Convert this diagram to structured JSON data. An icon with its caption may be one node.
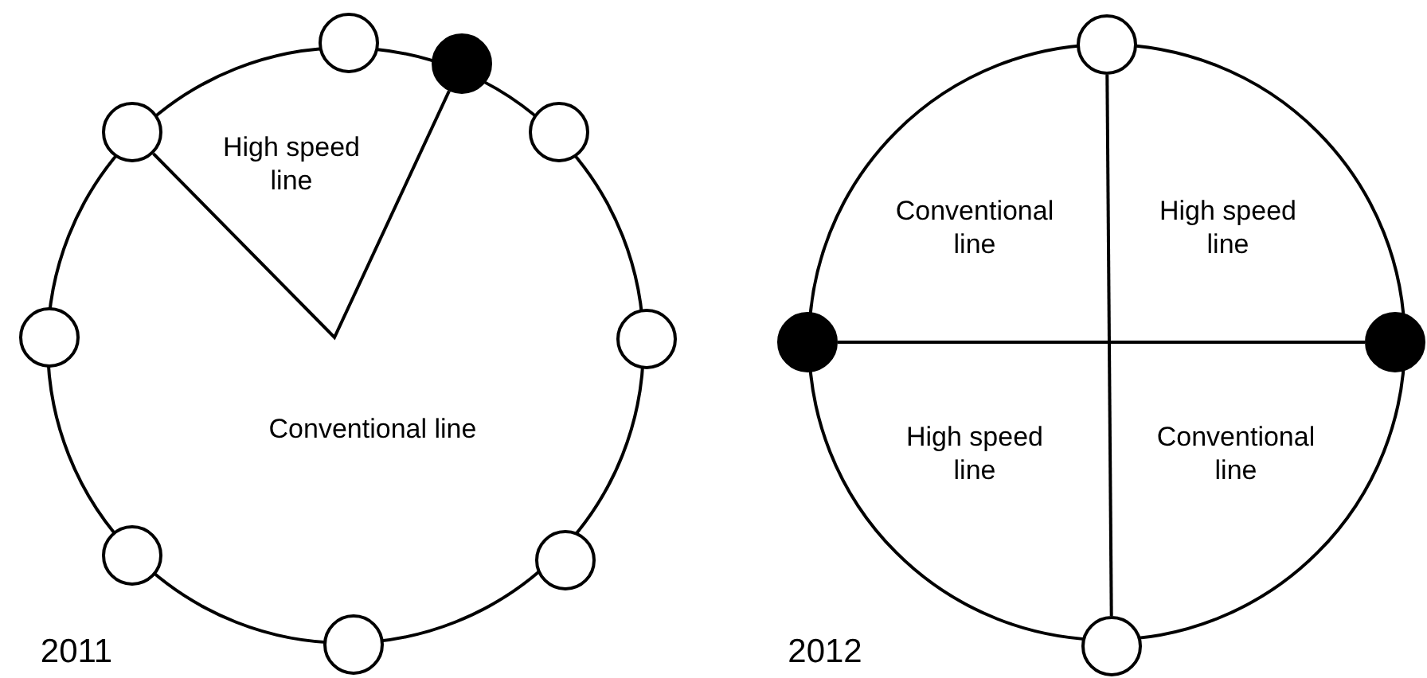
{
  "diagram": {
    "nodes": [
      {
        "text": [],
        "shape": "circle"
      },
      {
        "text": [],
        "shape": "disc"
      },
      {
        "text": [],
        "shape": "circle"
      },
      {
        "text": [],
        "shape": "circle"
      },
      {
        "text": [],
        "shape": "circle"
      },
      {
        "text": [],
        "shape": "circle"
      },
      {
        "text": [],
        "shape": "circle"
      },
      {
        "text": [],
        "shape": "circle"
      },
      {
        "text": [],
        "shape": "circle"
      },
      {
        "text": [],
        "shape": "circle"
      },
      {
        "text": [],
        "shape": "disc"
      },
      {
        "text": [],
        "shape": "disc"
      },
      {
        "text": [],
        "shape": "circle"
      }
    ],
    "edges": [
      {
        "from": 2,
        "to": 1,
        "arrow": "none"
      },
      {
        "from": 10,
        "to": 11,
        "arrow": "none"
      },
      {
        "from": 9,
        "to": 12,
        "arrow": "none"
      }
    ],
    "labels": [
      "High speed line",
      "Conventional line",
      "High speed line",
      "Conventional line",
      "High speed line",
      "Conventional line",
      "2011",
      "2012"
    ]
  }
}
